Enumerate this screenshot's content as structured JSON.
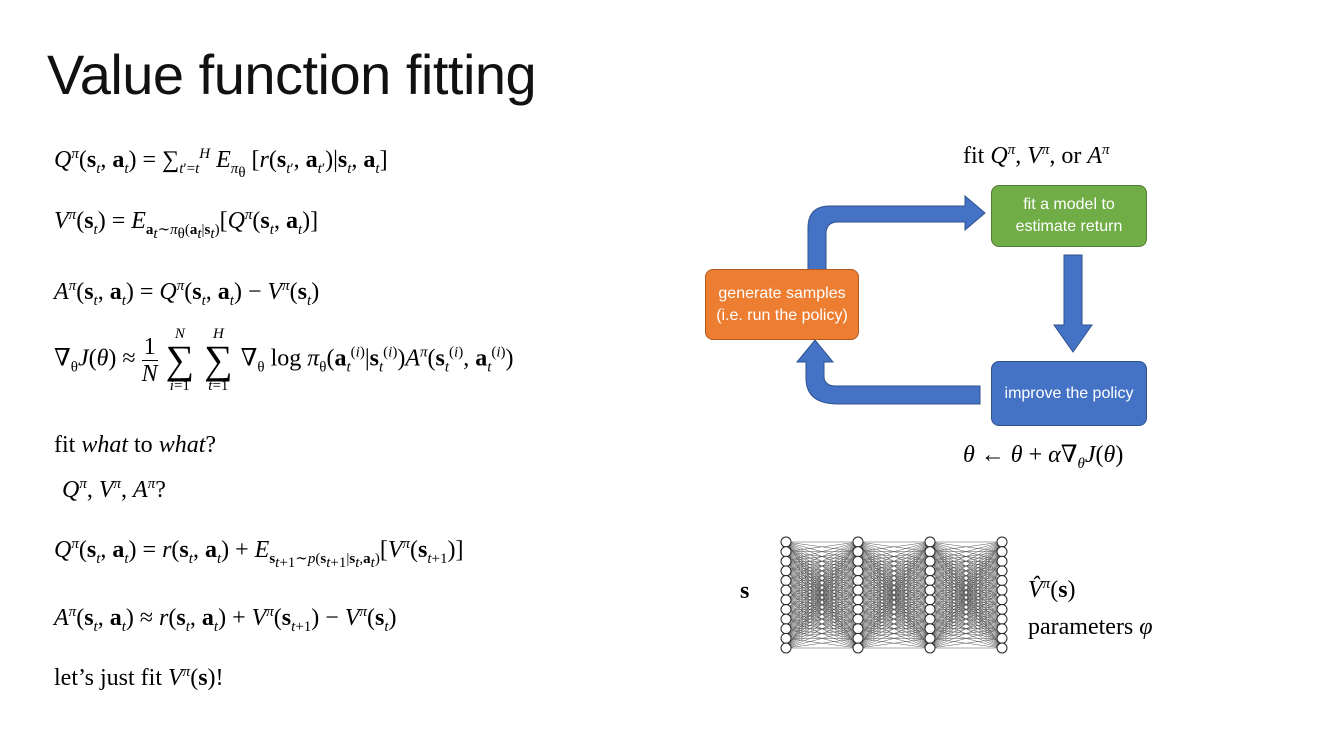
{
  "title": "Value function fitting",
  "diagram": {
    "top_label": "fit Q^π, V^π, or A^π",
    "fit_box": "fit a model to estimate return",
    "generate_box": "generate samples (i.e. run the policy)",
    "improve_box": "improve the policy",
    "update_label": "θ ← θ + α∇θJ(θ)",
    "colors": {
      "green": "#70ad47",
      "orange": "#ed7d31",
      "blue": "#4472c4",
      "arrow": "#4472c4"
    }
  },
  "network": {
    "input_label": "s",
    "output_label": "V̂^π(s)",
    "params_label": "parameters φ",
    "layers": [
      12,
      12,
      12,
      12
    ]
  }
}
